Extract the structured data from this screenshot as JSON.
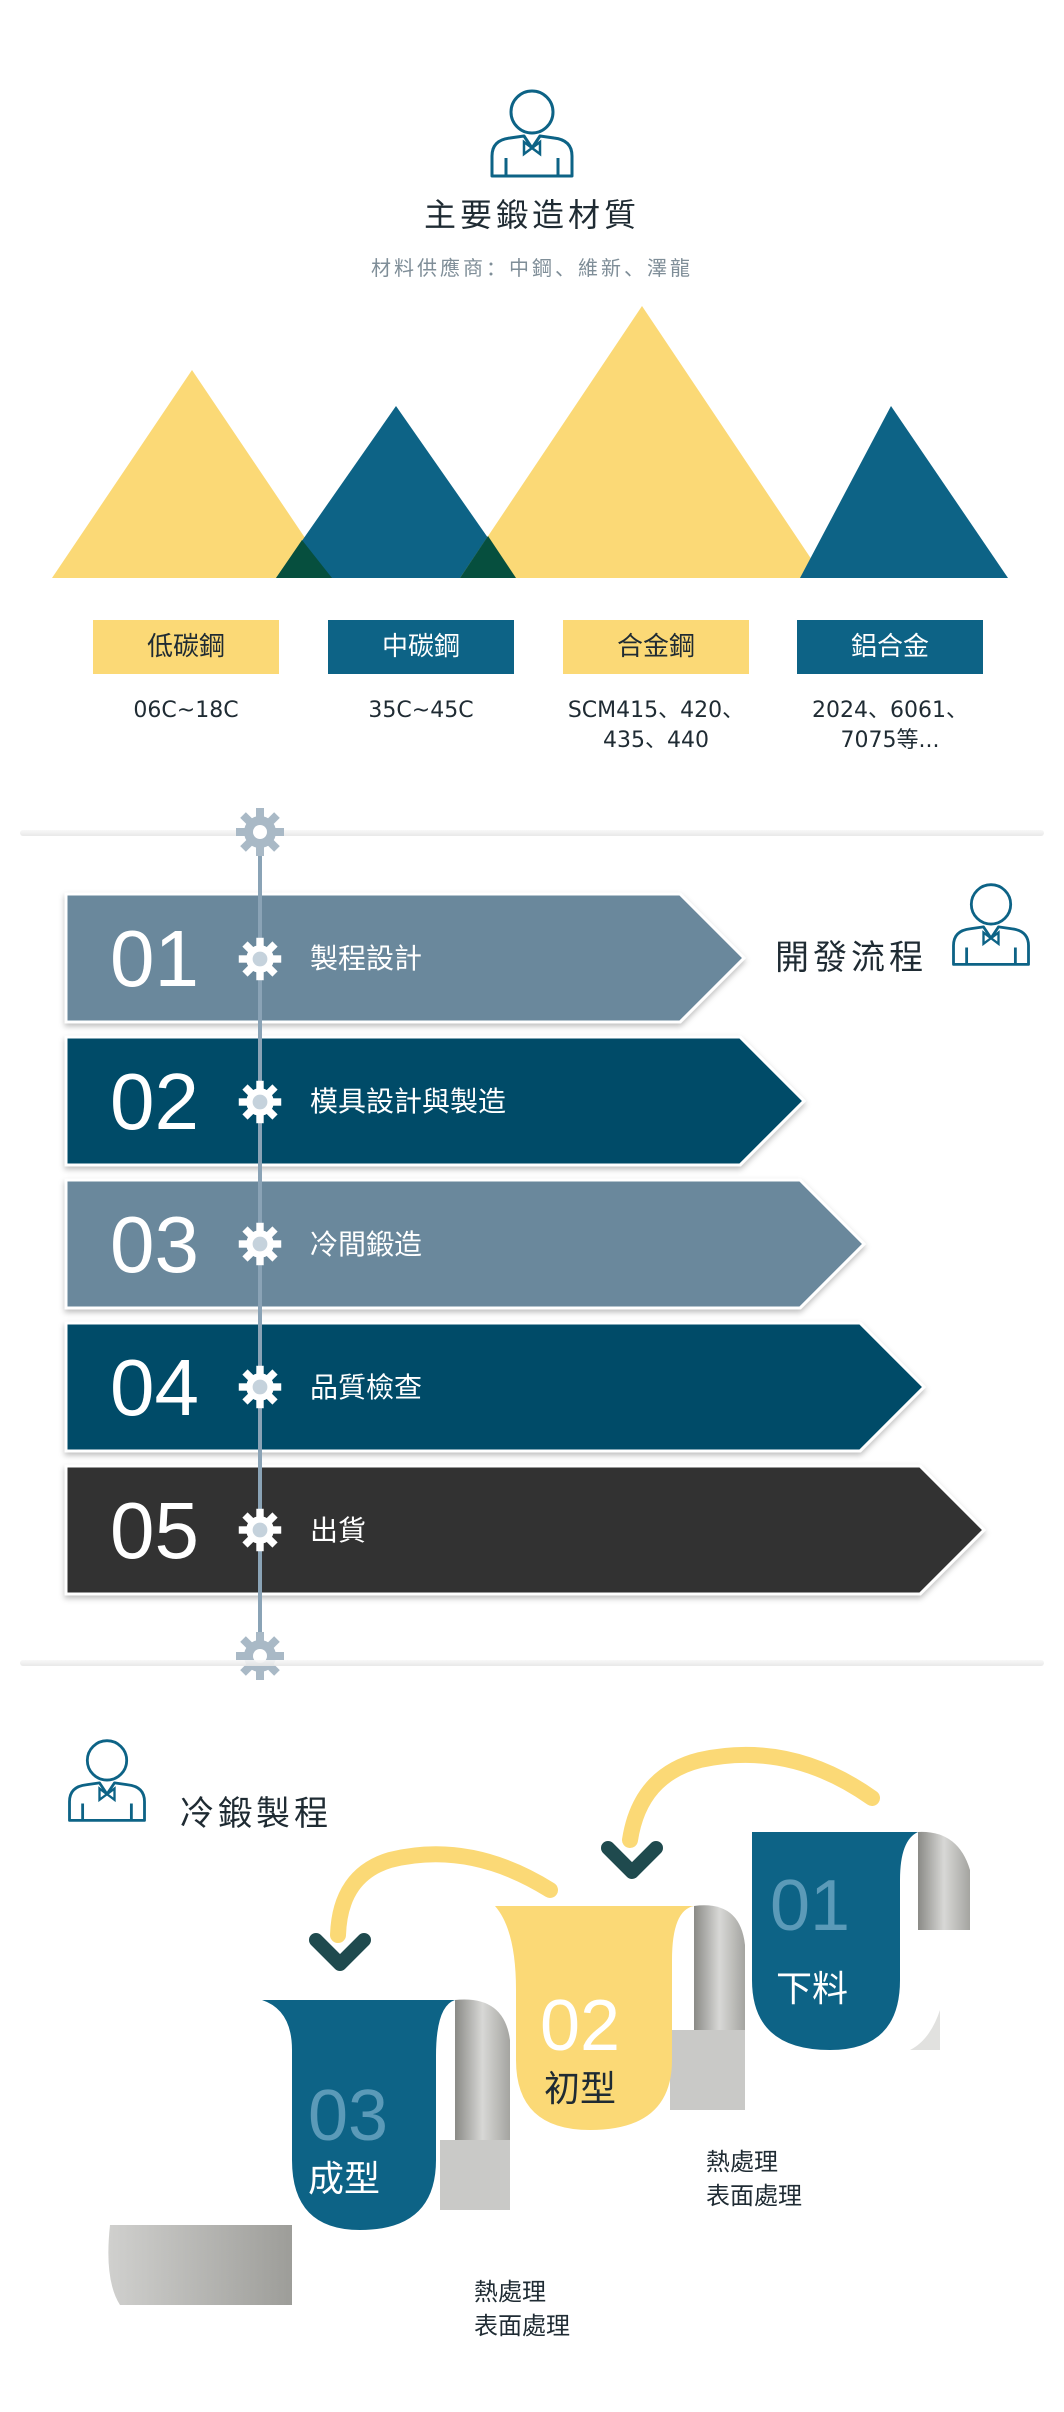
{
  "header": {
    "title": "主要鍛造材質",
    "subtitle": "材料供應商：中鋼、維新、澤龍",
    "icon": "person-icon"
  },
  "materials": [
    {
      "label": "低碳鋼",
      "range": "06C~18C",
      "color": "#fbd976"
    },
    {
      "label": "中碳鋼",
      "range": "35C~45C",
      "color": "#0d6386"
    },
    {
      "label": "合金鋼",
      "range_line1": "SCM415、420、",
      "range_line2": "435、440",
      "color": "#fbd976"
    },
    {
      "label": "鋁合金",
      "range_line1": "2024、6061、",
      "range_line2": "7075等...",
      "color": "#0d6386"
    }
  ],
  "development": {
    "title": "開發流程",
    "steps": [
      {
        "num": "01",
        "label": "製程設計",
        "color": "#6b889c"
      },
      {
        "num": "02",
        "label": "模具設計與製造",
        "color": "#034c68"
      },
      {
        "num": "03",
        "label": "冷間鍛造",
        "color": "#6b889c"
      },
      {
        "num": "04",
        "label": "品質檢查",
        "color": "#034c68"
      },
      {
        "num": "05",
        "label": "出貨",
        "color": "#333333"
      }
    ]
  },
  "cold_forging": {
    "title": "冷鍛製程",
    "steps": [
      {
        "num": "01",
        "label": "下料"
      },
      {
        "num": "02",
        "label": "初型"
      },
      {
        "num": "03",
        "label": "成型"
      }
    ],
    "note_a_line1": "熱處理",
    "note_a_line2": "表面處理",
    "note_b_line1": "熱處理",
    "note_b_line2": "表面處理"
  },
  "colors": {
    "yellow": "#fbd976",
    "blue": "#0d6386",
    "dark_green": "#064f3e",
    "steel": "#6b889c",
    "navy": "#034c68",
    "charcoal": "#333333"
  }
}
